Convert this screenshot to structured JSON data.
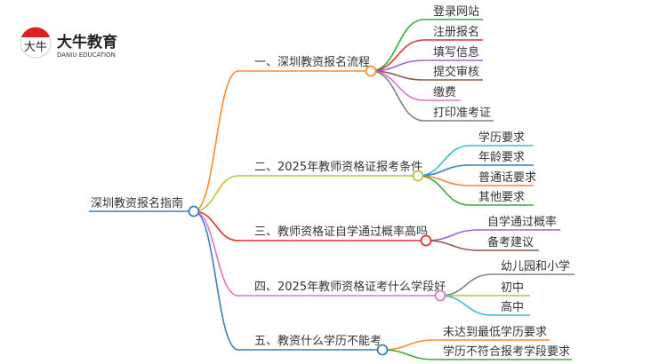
{
  "logo": {
    "name_cn": "大牛教育",
    "name_en": "DANIU EDUCATION",
    "mark_text": "大牛"
  },
  "root": {
    "label": "深圳教资报名指南",
    "color": "#3a7fc0"
  },
  "branches": [
    {
      "label": "一、深圳教资报名流程",
      "color": "#ff8a2a",
      "children": [
        {
          "label": "登录网站",
          "color": "#3aa83a"
        },
        {
          "label": "注册报名",
          "color": "#e03030"
        },
        {
          "label": "填写信息",
          "color": "#a060d0"
        },
        {
          "label": "提交审核",
          "color": "#8b5a50"
        },
        {
          "label": "缴费",
          "color": "#e070c8"
        },
        {
          "label": "打印准考证",
          "color": "#808080"
        }
      ]
    },
    {
      "label": "二、2025年教师资格证报考条件",
      "color": "#c0c030",
      "children": [
        {
          "label": "学历要求",
          "color": "#30c0d0"
        },
        {
          "label": "年龄要求",
          "color": "#3080c0"
        },
        {
          "label": "普通话要求",
          "color": "#ff8030"
        },
        {
          "label": "其他要求",
          "color": "#3aa83a"
        }
      ]
    },
    {
      "label": "三、教师资格证自学通过概率高吗",
      "color": "#e03030",
      "children": [
        {
          "label": "自学通过概率",
          "color": "#a060d0"
        },
        {
          "label": "备考建议",
          "color": "#8b5a50"
        }
      ]
    },
    {
      "label": "四、2025年教师资格证考什么学段好",
      "color": "#e070c8",
      "children": [
        {
          "label": "幼儿园和小学",
          "color": "#808080"
        },
        {
          "label": "初中",
          "color": "#c0c030"
        },
        {
          "label": "高中",
          "color": "#30c0d0"
        }
      ]
    },
    {
      "label": "五、教资什么学历不能考",
      "color": "#3a7fc0",
      "children": [
        {
          "label": "未达到最低学历要求",
          "color": "#ff8a2a"
        },
        {
          "label": "学历不符合报考学段要求",
          "color": "#3aa83a"
        }
      ]
    }
  ]
}
